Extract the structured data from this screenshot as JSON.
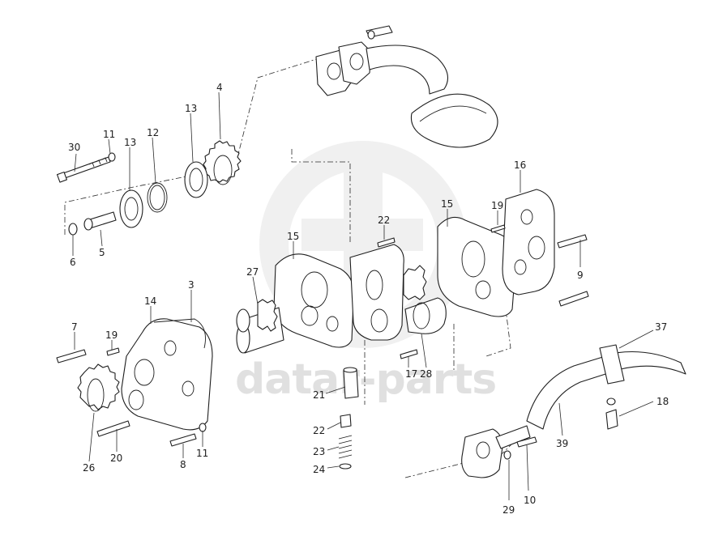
{
  "watermark": {
    "text": "datar-parts",
    "color": "#c8c8c8"
  },
  "callouts": [
    {
      "id": "c30",
      "label": "30"
    },
    {
      "id": "c11a",
      "label": "11"
    },
    {
      "id": "c13a",
      "label": "13"
    },
    {
      "id": "c12",
      "label": "12"
    },
    {
      "id": "c13b",
      "label": "13"
    },
    {
      "id": "c4",
      "label": "4"
    },
    {
      "id": "c6",
      "label": "6"
    },
    {
      "id": "c5",
      "label": "5"
    },
    {
      "id": "c22a",
      "label": "22"
    },
    {
      "id": "c15a",
      "label": "15"
    },
    {
      "id": "c15b",
      "label": "15"
    },
    {
      "id": "c19a",
      "label": "19"
    },
    {
      "id": "c16",
      "label": "16"
    },
    {
      "id": "c9",
      "label": "9"
    },
    {
      "id": "c27",
      "label": "27"
    },
    {
      "id": "c3",
      "label": "3"
    },
    {
      "id": "c14",
      "label": "14"
    },
    {
      "id": "c7",
      "label": "7"
    },
    {
      "id": "c19b",
      "label": "19"
    },
    {
      "id": "c37",
      "label": "37"
    },
    {
      "id": "c17",
      "label": "17"
    },
    {
      "id": "c28",
      "label": "28"
    },
    {
      "id": "c21",
      "label": "21"
    },
    {
      "id": "c18",
      "label": "18"
    },
    {
      "id": "c22b",
      "label": "22"
    },
    {
      "id": "c20",
      "label": "20"
    },
    {
      "id": "c8",
      "label": "8"
    },
    {
      "id": "c11b",
      "label": "11"
    },
    {
      "id": "c23",
      "label": "23"
    },
    {
      "id": "c39",
      "label": "39"
    },
    {
      "id": "c26",
      "label": "26"
    },
    {
      "id": "c24",
      "label": "24"
    },
    {
      "id": "c29",
      "label": "29"
    },
    {
      "id": "c10",
      "label": "10"
    }
  ]
}
